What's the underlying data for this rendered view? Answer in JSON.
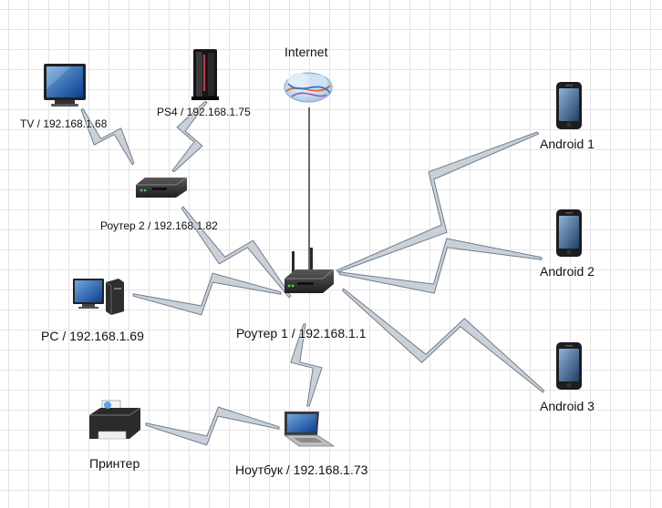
{
  "labels": {
    "internet": "Internet",
    "tv": "TV / 192.168.1.68",
    "ps4": "PS4 / 192.168.1.75",
    "router2": "Роутер 2 / 192.168.1.82",
    "router1": "Роутер 1 / 192.168.1.1",
    "pc": "PC / 192.168.1.69",
    "printer": "Принтер",
    "laptop": "Ноутбук / 192.168.1.73",
    "android1": "Android 1",
    "android2": "Android 2",
    "android3": "Android 3"
  },
  "links": [
    {
      "from": "router1",
      "to": "internet",
      "type": "wired"
    },
    {
      "from": "router1",
      "to": "router2",
      "type": "wireless"
    },
    {
      "from": "router2",
      "to": "tv",
      "type": "wireless"
    },
    {
      "from": "router2",
      "to": "ps4",
      "type": "wireless"
    },
    {
      "from": "router1",
      "to": "pc",
      "type": "wireless"
    },
    {
      "from": "router1",
      "to": "laptop",
      "type": "wireless"
    },
    {
      "from": "laptop",
      "to": "printer",
      "type": "wireless"
    },
    {
      "from": "router1",
      "to": "android1",
      "type": "wireless"
    },
    {
      "from": "router1",
      "to": "android2",
      "type": "wireless"
    },
    {
      "from": "router1",
      "to": "android3",
      "type": "wireless"
    }
  ],
  "colors": {
    "link_fill": "#c9d0d8",
    "link_stroke": "#6f7d8c",
    "wire": "#111111",
    "grid": "#e3e3e3"
  }
}
